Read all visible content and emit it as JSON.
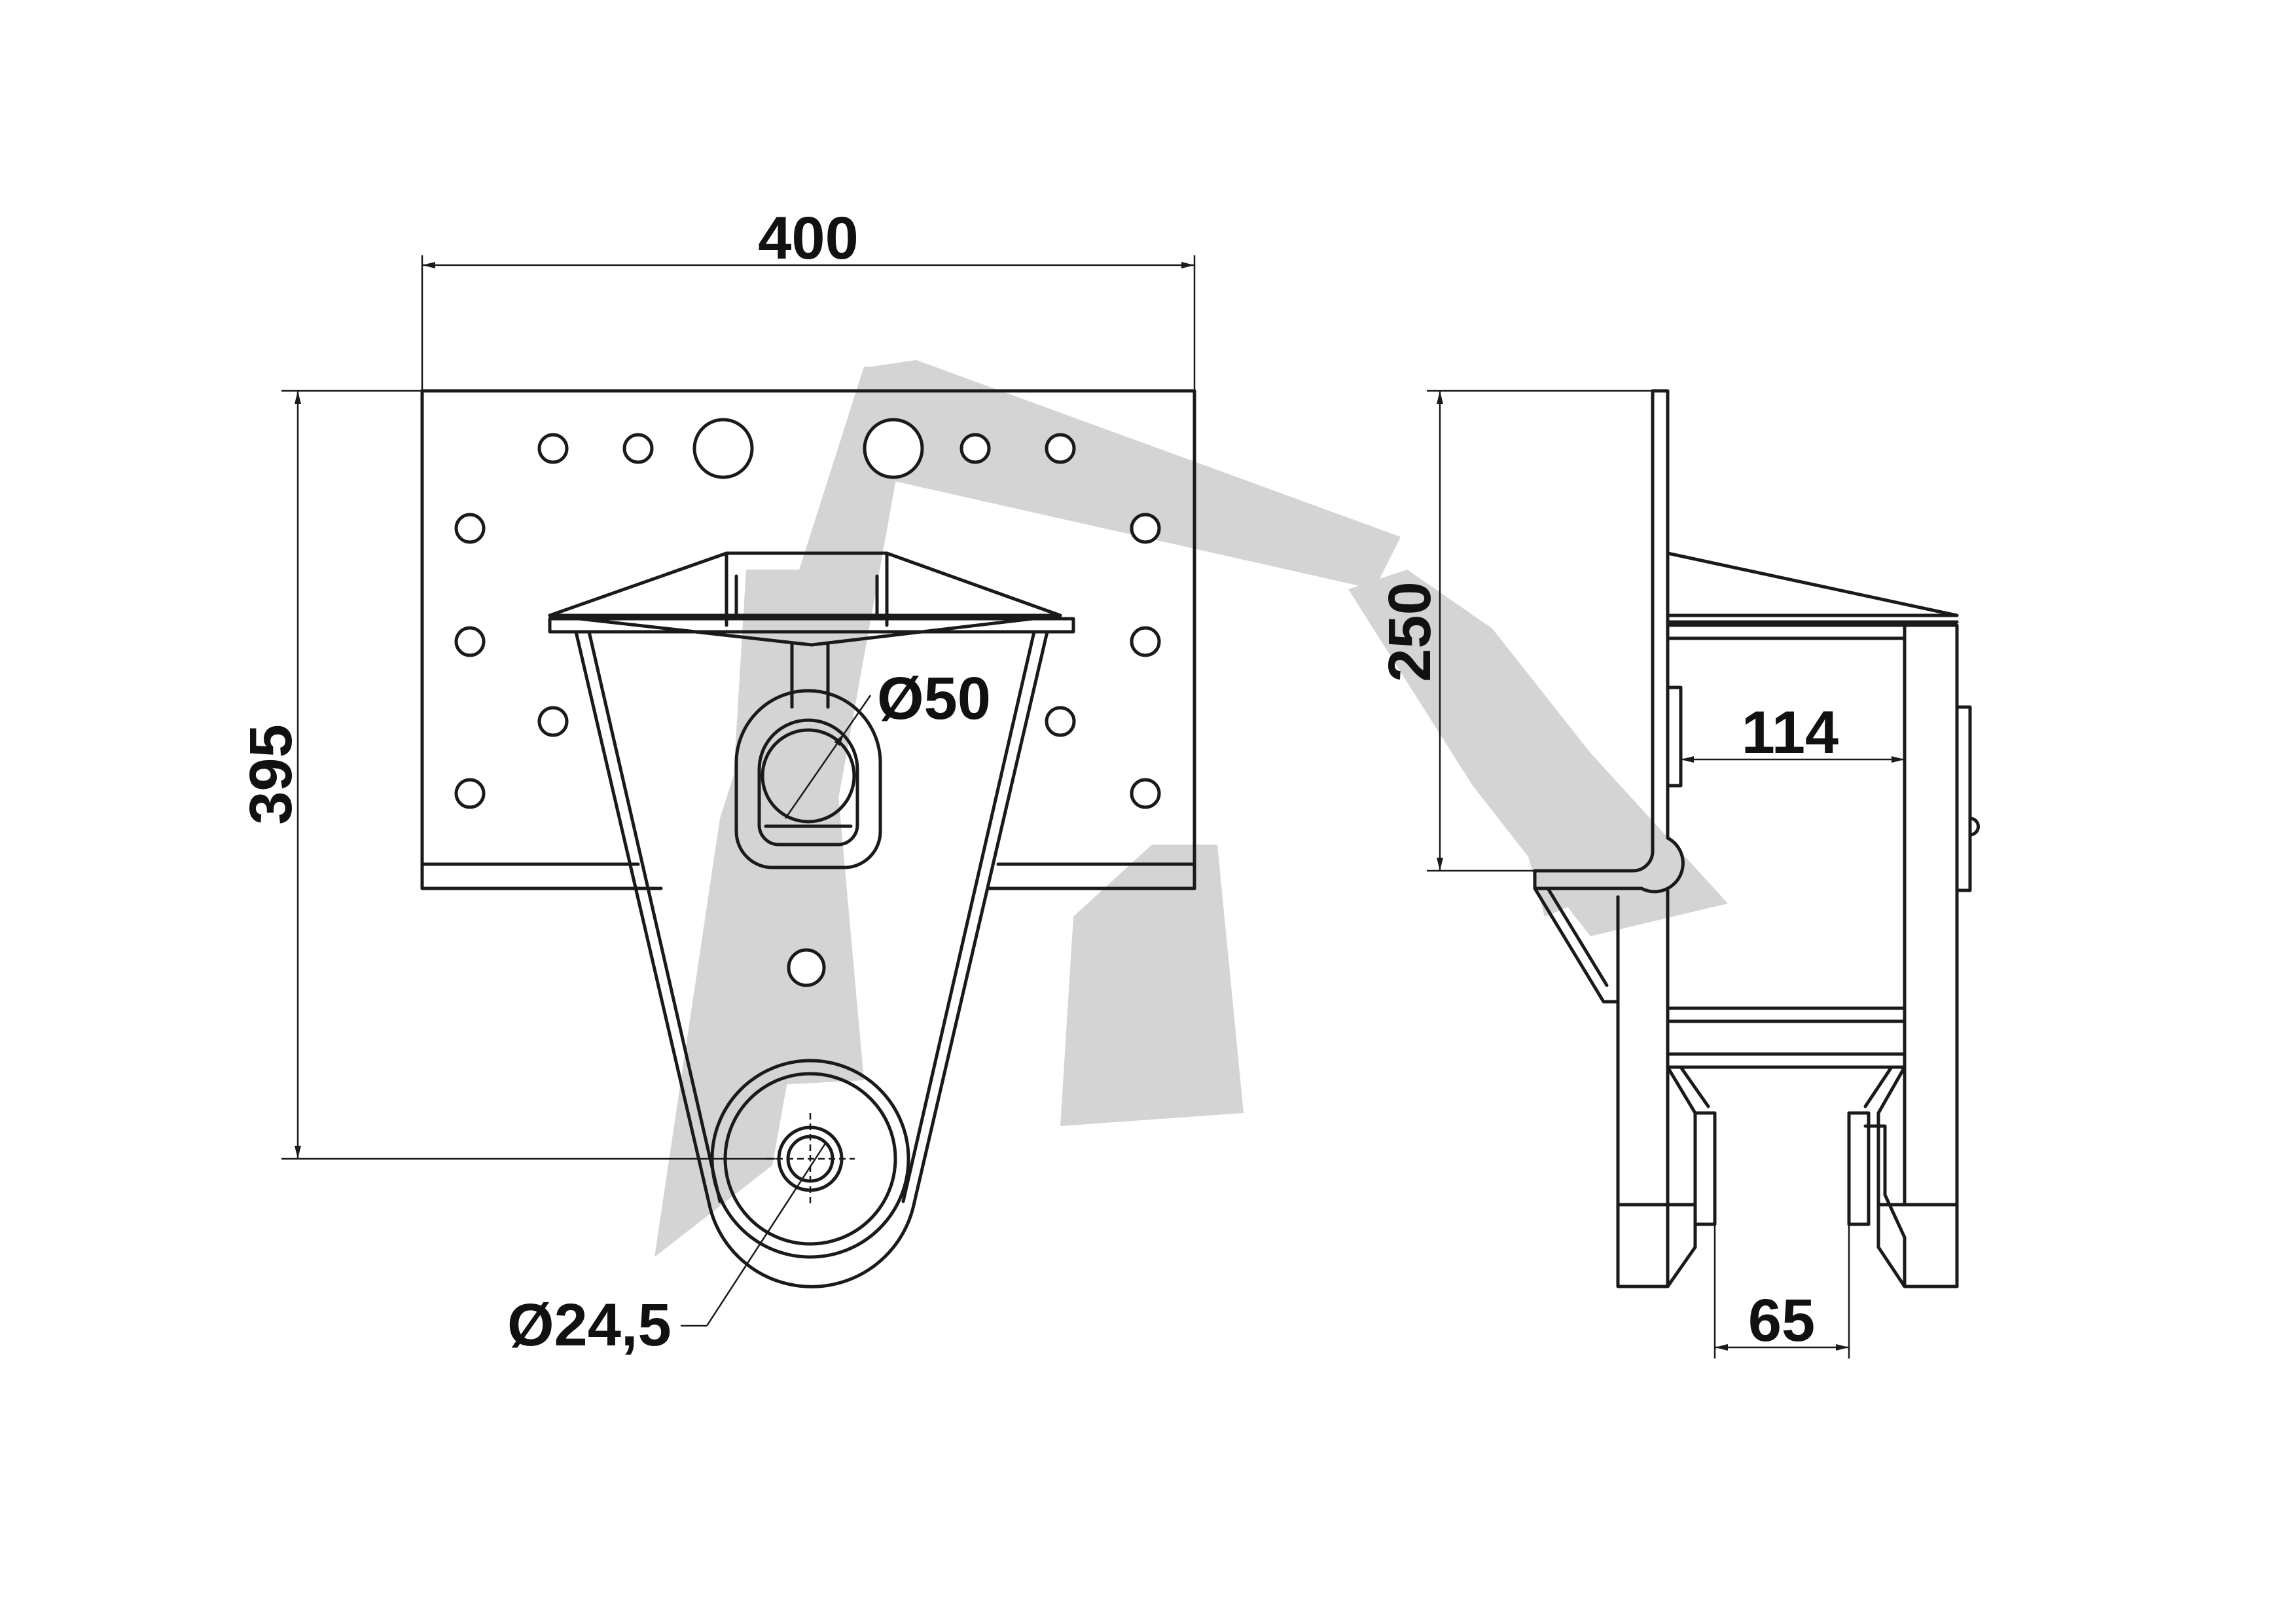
{
  "drawing": {
    "front_view": {
      "width_dimension": "400",
      "height_dimension": "395",
      "slot_diameter": "Ø50",
      "pin_diameter": "Ø24,5"
    },
    "side_view": {
      "height_dimension": "250",
      "inner_width_dimension": "114",
      "fork_gap_dimension": "65"
    }
  },
  "colors": {
    "line": "#1a1a1a",
    "watermark": "#d4d4d4",
    "background": "#ffffff"
  }
}
